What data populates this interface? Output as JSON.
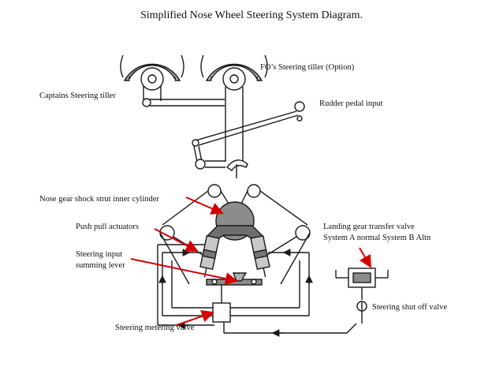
{
  "title": "Simplified Nose Wheel Steering System Diagram.",
  "labels": {
    "fo_tiller": "FO’s Steering tiller (Option)",
    "captain_tiller": "Captains Steering tiller",
    "rudder_pedal": "Rudder pedal input",
    "shock_strut": "Nose gear shock strut inner cylinder",
    "push_pull": "Push pull actuators",
    "transfer_valve_1": "Landing gear transfer valve",
    "transfer_valve_2": "System A normal System B Altn",
    "summing_lever_1": "Steering input",
    "summing_lever_2": "summing lever",
    "shutoff_valve": "Steering shut off valve",
    "metering_valve": "Steering metering valve"
  },
  "colors": {
    "line": "#1a1a1a",
    "arrow": "#d40000",
    "cylinder": "#777777",
    "fill_gray": "#9a9a9a"
  }
}
